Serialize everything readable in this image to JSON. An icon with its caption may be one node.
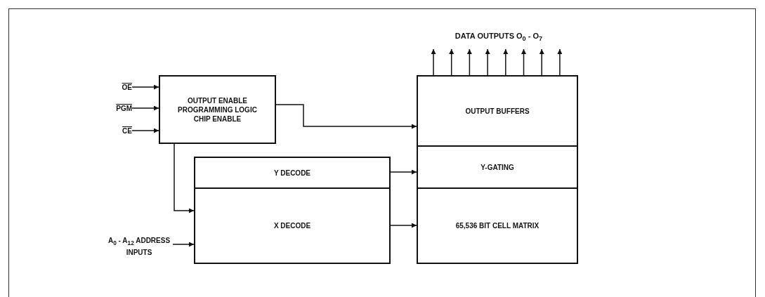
{
  "diagram": {
    "nodes": [
      {
        "text": [
          "OE"
        ]
      },
      {
        "text": [
          "PGM"
        ]
      },
      {
        "text": [
          "CE"
        ]
      },
      {
        "text": [
          "OUTPUT ENABLE PROGRAMMING LOGIC CHIP ENABLE"
        ]
      },
      {
        "text": [
          "A$_{0}$ - A$_{12}$ ADDRESS INPUTS"
        ]
      },
      {
        "text": [
          "Y DECODE"
        ]
      },
      {
        "text": [
          "X DECODE"
        ]
      },
      {
        "text": [
          "OUTPUT BUFFERS"
        ]
      },
      {
        "text": [
          "Y-GATING"
        ]
      },
      {
        "text": [
          "65,536 BIT CELL MATRIX"
        ]
      },
      {
        "text": [
          "DATA OUTPUTS O$_{0}$ - O$_{7}$"
        ]
      }
    ],
    "edges": [
      {
        "from": 0,
        "to": 3,
        "arrow": "to"
      },
      {
        "from": 1,
        "to": 3,
        "arrow": "to"
      },
      {
        "from": 2,
        "to": 3,
        "arrow": "to"
      },
      {
        "from": 3,
        "to": 7,
        "arrow": "to"
      },
      {
        "from": 3,
        "to": 6,
        "arrow": "to"
      },
      {
        "from": 4,
        "to": 6,
        "arrow": "to"
      },
      {
        "from": 5,
        "to": 8,
        "arrow": "to"
      },
      {
        "from": 6,
        "to": 9,
        "arrow": "to"
      },
      {
        "from": 7,
        "to": 10,
        "arrow": "to"
      },
      {
        "from": 7,
        "to": 10,
        "arrow": "to"
      },
      {
        "from": 7,
        "to": 10,
        "arrow": "to"
      },
      {
        "from": 7,
        "to": 10,
        "arrow": "to"
      },
      {
        "from": 7,
        "to": 10,
        "arrow": "to"
      },
      {
        "from": 7,
        "to": 10,
        "arrow": "to"
      },
      {
        "from": 7,
        "to": 10,
        "arrow": "to"
      },
      {
        "from": 7,
        "to": 10,
        "arrow": "to"
      }
    ]
  }
}
